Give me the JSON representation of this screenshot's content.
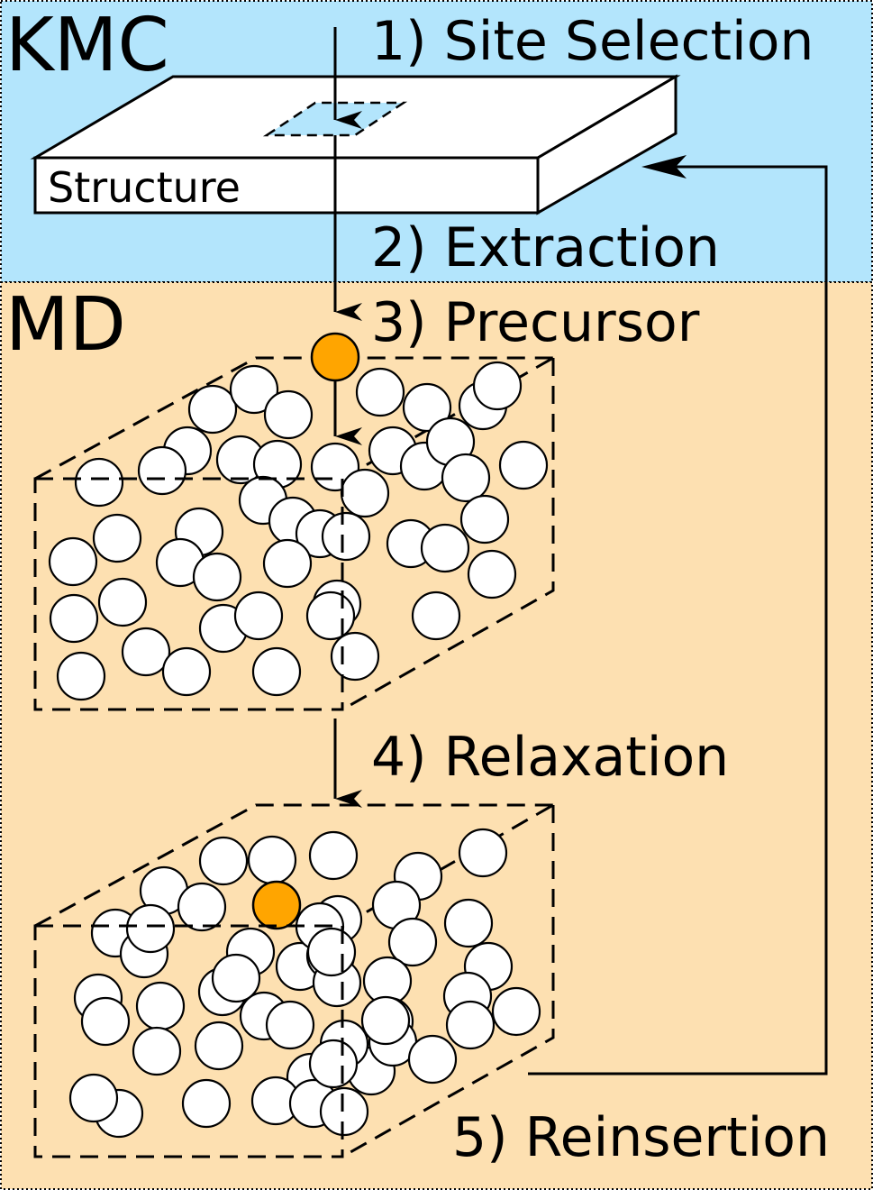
{
  "sections": {
    "kmc": {
      "label": "KMC",
      "color": "#b3e5fc"
    },
    "md": {
      "label": "MD",
      "color": "#fde0b1"
    }
  },
  "structure_label": "Structure",
  "steps": [
    {
      "id": 1,
      "label": "1) Site Selection"
    },
    {
      "id": 2,
      "label": "2) Extraction"
    },
    {
      "id": 3,
      "label": "3) Precursor"
    },
    {
      "id": 4,
      "label": "4) Relaxation"
    },
    {
      "id": 5,
      "label": "5) Reinsertion"
    }
  ],
  "colors": {
    "precursor_atom": "#ffa500",
    "substrate_atom": "#ffffff",
    "selected_site": "#b3e5fc"
  }
}
